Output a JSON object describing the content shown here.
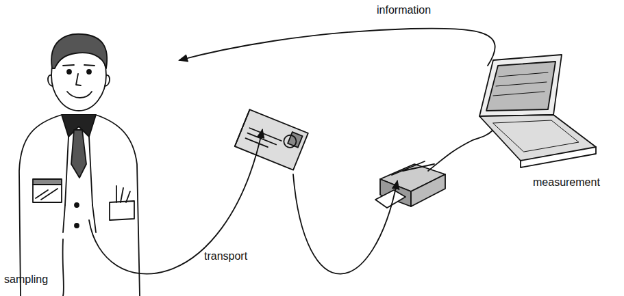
{
  "diagram": {
    "labels": [
      "information",
      "measurement",
      "sampling",
      "transport"
    ]
  }
}
